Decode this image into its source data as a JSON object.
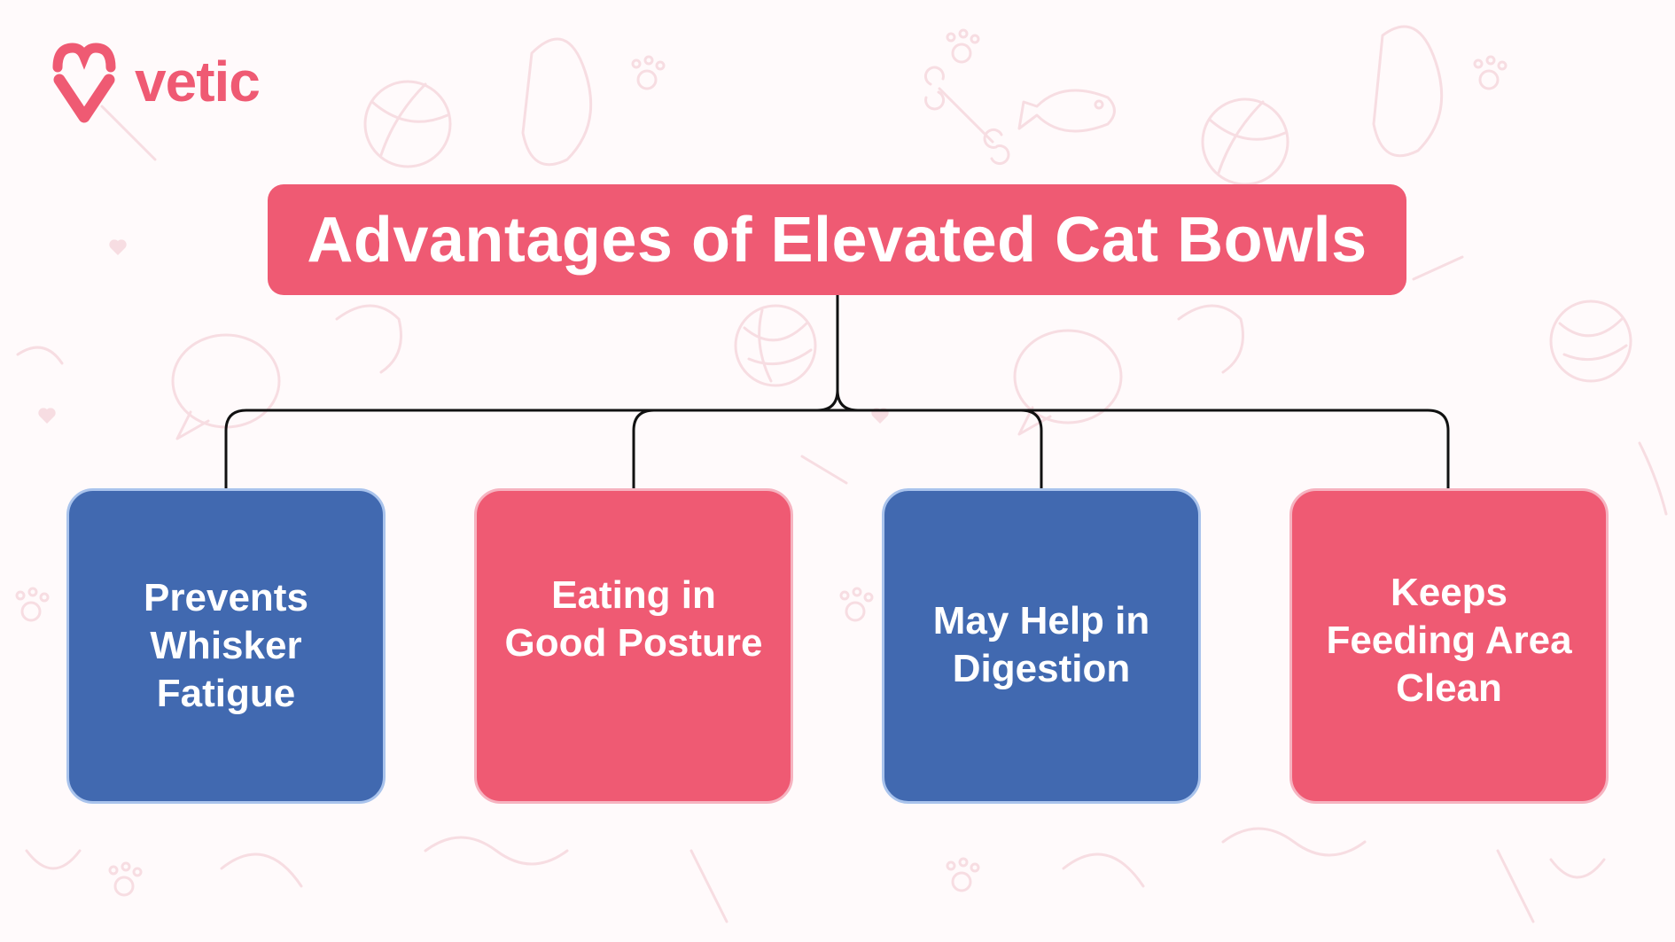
{
  "brand": {
    "name": "vetic",
    "icon": "heart-v-logo-icon",
    "color": "#ef5a73"
  },
  "diagram": {
    "type": "tree",
    "title": "Advantages of Elevated Cat Bowls",
    "title_color": "#ef5a73",
    "nodes": [
      {
        "id": "card-1",
        "label": "Prevents\nWhisker\nFatigue",
        "color": "#4169b0"
      },
      {
        "id": "card-2",
        "label": "Eating in\nGood Posture",
        "color": "#ef5a73"
      },
      {
        "id": "card-3",
        "label": "May Help in\nDigestion",
        "color": "#4169b0"
      },
      {
        "id": "card-4",
        "label": "Keeps\nFeeding Area\nClean",
        "color": "#ef5a73"
      }
    ],
    "connector_color": "#111111"
  },
  "background": {
    "pattern": "pet-doodles",
    "doodle_color": "#f6d6dc",
    "doodles": [
      "meow-speech-bubble-icon",
      "ball-icon",
      "fish-icon",
      "bone-icon",
      "paw-print-icon",
      "yarn-ball-icon",
      "cat-icon",
      "heart-icon"
    ]
  }
}
